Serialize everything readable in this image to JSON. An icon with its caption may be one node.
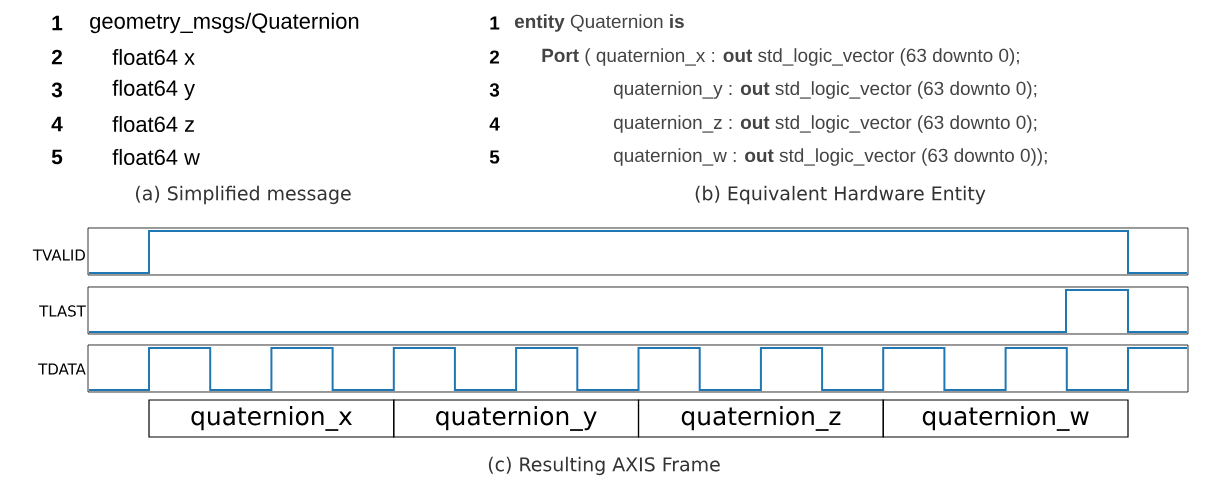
{
  "diagram": {
    "nodes": [
      {
        "text": [
          "quaternion_x"
        ]
      },
      {
        "text": [
          "quaternion_y"
        ]
      },
      {
        "text": [
          "quaternion_z"
        ]
      },
      {
        "text": [
          "quaternion_w"
        ]
      }
    ],
    "labels": [
      "1",
      "geometry_msgs/Quaternion",
      "2",
      "float64 x",
      "3",
      "float64 y",
      "4",
      "float64 z",
      "5",
      "float64 w",
      "1",
      "**entity** Quaternion **is**",
      "2",
      "**Port** ( quaternion_x  :  **out** std_logic_vector (63 downto 0);",
      "3",
      "quaternion_y  :  **out** std_logic_vector (63 downto 0);",
      "4",
      "quaternion_z  :  **out** std_logic_vector (63 downto 0);",
      "5",
      "quaternion_w :  **out** std_logic_vector (63 downto 0));",
      "(a) Simplified message",
      "(b) Equivalent Hardware Entity",
      "TVALID",
      "TLAST",
      "TDATA",
      "(c) Resulting AXIS Frame"
    ]
  }
}
